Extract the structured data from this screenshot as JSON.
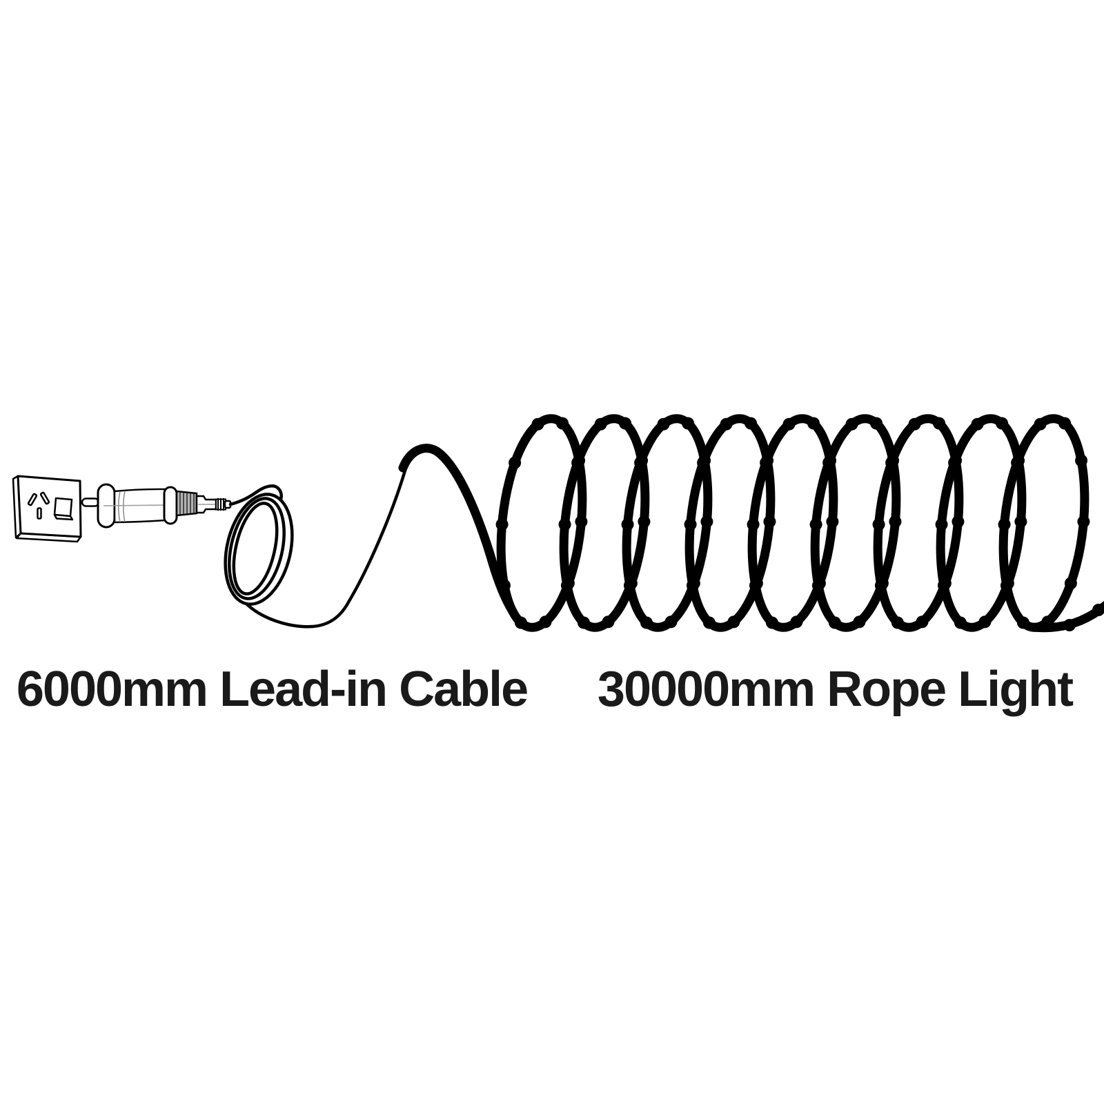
{
  "figure": {
    "type": "rope-light-product-diagram",
    "background": "#ffffff",
    "line_color": "#000000",
    "connector_nut_color": "#b3b3b3",
    "labels": {
      "lead_in_cable": "6000mm Lead-in Cable",
      "rope_light": "30000mm Rope Light"
    },
    "coil": {
      "turns": 9,
      "led_bumps_per_turn": 10
    }
  }
}
